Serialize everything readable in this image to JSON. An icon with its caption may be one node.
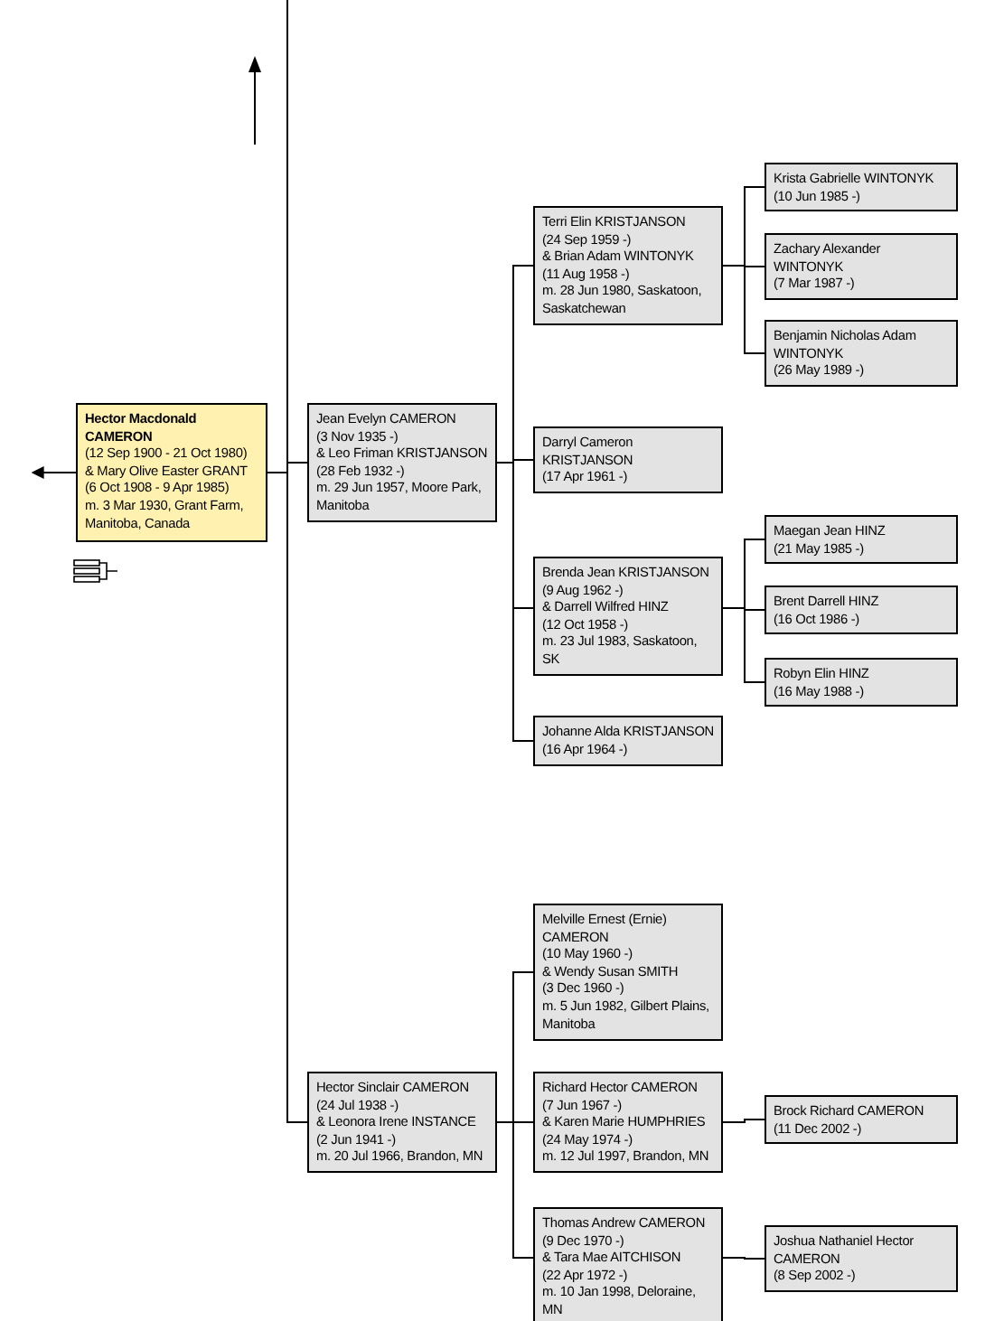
{
  "diagram": {
    "nodes": [
      {
        "text": [
          "Hector Macdonald CAMERON",
          "(12 Sep 1900 - 21 Oct 1980)",
          "& Mary Olive Easter GRANT",
          "(6 Oct 1908 - 9 Apr 1985)",
          "m. 3 Mar 1930, Grant Farm, Manitoba, Canada"
        ]
      },
      {
        "text": [
          "Jean Evelyn CAMERON",
          "(3 Nov 1935 -)",
          "& Leo Friman KRISTJANSON",
          "(28 Feb 1932 -)",
          "m. 29 Jun 1957, Moore Park, Manitoba"
        ]
      },
      {
        "text": [
          "Terri Elin KRISTJANSON",
          "(24 Sep 1959 -)",
          "& Brian Adam WINTONYK",
          "(11 Aug 1958 -)",
          "m. 28 Jun 1980, Saskatoon, Saskatchewan"
        ]
      },
      {
        "text": [
          "Krista Gabrielle WINTONYK",
          "(10 Jun 1985 -)"
        ]
      },
      {
        "text": [
          "Zachary Alexander WINTONYK",
          "(7 Mar 1987 -)"
        ]
      },
      {
        "text": [
          "Benjamin Nicholas Adam WINTONYK",
          "(26 May 1989 -)"
        ]
      },
      {
        "text": [
          "Darryl Cameron KRISTJANSON",
          "(17 Apr 1961 -)"
        ]
      },
      {
        "text": [
          "Brenda Jean KRISTJANSON",
          "(9 Aug 1962 -)",
          "& Darrell Wilfred HINZ",
          "(12 Oct 1958 -)",
          "m. 23 Jul 1983, Saskatoon, SK"
        ]
      },
      {
        "text": [
          "Maegan Jean HINZ",
          "(21 May 1985 -)"
        ]
      },
      {
        "text": [
          "Brent Darrell HINZ",
          "(16 Oct 1986 -)"
        ]
      },
      {
        "text": [
          "Robyn Elin HINZ",
          "(16 May 1988 -)"
        ]
      },
      {
        "text": [
          "Johanne Alda KRISTJANSON",
          "(16 Apr 1964 -)"
        ]
      },
      {
        "text": [
          "Hector Sinclair CAMERON",
          "(24 Jul 1938 -)",
          "& Leonora Irene INSTANCE",
          "(2 Jun 1941 -)",
          "m. 20 Jul 1966, Brandon, MN"
        ]
      },
      {
        "text": [
          "Melville Ernest (Ernie) CAMERON",
          "(10 May 1960 -)",
          "& Wendy Susan SMITH",
          "(3 Dec 1960 -)",
          "m. 5 Jun 1982, Gilbert Plains, Manitoba"
        ]
      },
      {
        "text": [
          "Richard Hector CAMERON",
          "(7 Jun 1967 -)",
          "& Karen Marie HUMPHRIES",
          "(24 May 1974 -)",
          "m. 12 Jul 1997, Brandon, MN"
        ]
      },
      {
        "text": [
          "Brock Richard CAMERON",
          "(11 Dec 2002 -)"
        ]
      },
      {
        "text": [
          "Thomas Andrew CAMERON",
          "(9 Dec 1970 -)",
          "& Tara Mae AITCHISON",
          "(22 Apr 1972 -)",
          "m. 10 Jan 1998, Deloraine, MN"
        ]
      },
      {
        "text": [
          "Joshua Nathaniel Hector CAMERON",
          "(8 Sep 2002 -)"
        ]
      }
    ],
    "edges": [
      {
        "from": 0,
        "to": null,
        "arrow": "to"
      },
      {
        "from": 0,
        "to": 1,
        "arrow": "none"
      },
      {
        "from": 0,
        "to": 12,
        "arrow": "none"
      },
      {
        "from": 1,
        "to": 2,
        "arrow": "none"
      },
      {
        "from": 1,
        "to": 6,
        "arrow": "none"
      },
      {
        "from": 1,
        "to": 7,
        "arrow": "none"
      },
      {
        "from": 1,
        "to": 11,
        "arrow": "none"
      },
      {
        "from": 2,
        "to": 3,
        "arrow": "none"
      },
      {
        "from": 2,
        "to": 4,
        "arrow": "none"
      },
      {
        "from": 2,
        "to": 5,
        "arrow": "none"
      },
      {
        "from": 7,
        "to": 8,
        "arrow": "none"
      },
      {
        "from": 7,
        "to": 9,
        "arrow": "none"
      },
      {
        "from": 7,
        "to": 10,
        "arrow": "none"
      },
      {
        "from": 12,
        "to": 13,
        "arrow": "none"
      },
      {
        "from": 12,
        "to": 14,
        "arrow": "none"
      },
      {
        "from": 12,
        "to": 16,
        "arrow": "none"
      },
      {
        "from": 14,
        "to": 15,
        "arrow": "none"
      },
      {
        "from": 16,
        "to": 17,
        "arrow": "none"
      }
    ]
  }
}
